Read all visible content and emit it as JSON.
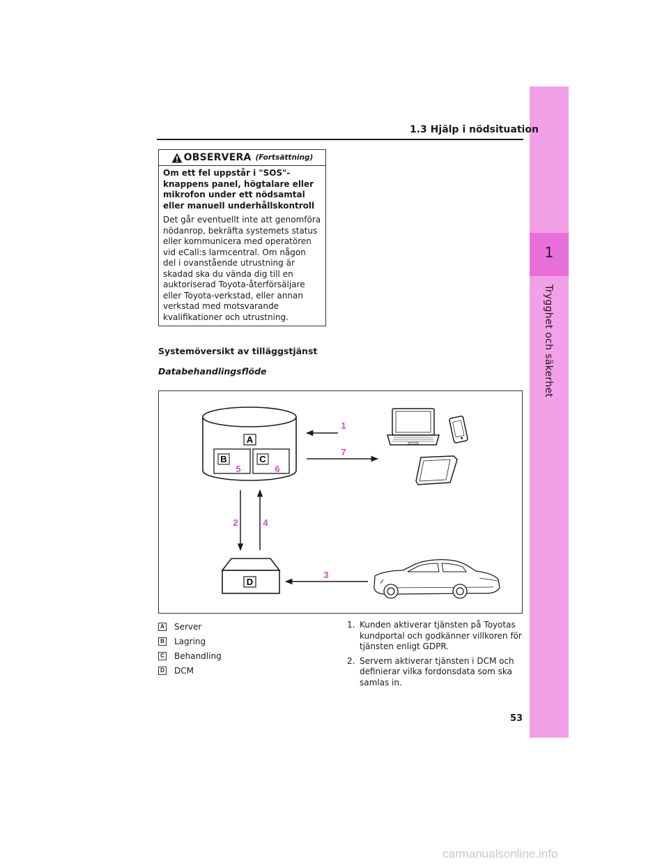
{
  "header": {
    "section": "1.3 Hjälp i nödsituation"
  },
  "side_tab": {
    "chapter": "1",
    "title": "Trygghet och säkerhet"
  },
  "notice": {
    "title": "OBSERVERA",
    "continued": "(Fortsättning)",
    "subheading": "Om ett fel uppstår i \"SOS\"-knappens panel, högtalare eller mikrofon under ett nödsamtal eller manuell underhållskontroll",
    "body": "Det går eventuellt inte att genomföra nödanrop, bekräfta systemets status eller kommunicera med operatören vid eCall:s larmcentral. Om någon del i ovanstående utrustning är skadad ska du vända dig till en auktoriserad Toyota-återförsäljare eller Toyota-verkstad, eller annan verkstad med motsvarande kvalifikationer och utrustning."
  },
  "system_title": "Systemöversikt av tilläggstjänst",
  "flow_title": "Databehandlingsflöde",
  "diagram": {
    "boxes": {
      "A": "A",
      "B": "B",
      "C": "C",
      "D": "D"
    },
    "arrows": {
      "a1": "1",
      "a2": "2",
      "a3": "3",
      "a4": "4",
      "a5": "5",
      "a6": "6",
      "a7": "7"
    },
    "accent_color": "#d24fc5"
  },
  "legend": [
    {
      "key": "A",
      "label": "Server"
    },
    {
      "key": "B",
      "label": "Lagring"
    },
    {
      "key": "C",
      "label": "Behandling"
    },
    {
      "key": "D",
      "label": "DCM"
    }
  ],
  "steps": [
    {
      "num": "1.",
      "text": "Kunden aktiverar tjänsten på Toyotas kundportal och godkänner villkoren för tjänsten enligt GDPR."
    },
    {
      "num": "2.",
      "text": "Servern aktiverar tjänsten i DCM och definierar vilka fordonsdata som ska samlas in."
    }
  ],
  "page_number": "53",
  "watermark": "carmanualsonline.info",
  "colors": {
    "side_strip": "#f2a0e8",
    "side_tab": "#e86fd8"
  }
}
